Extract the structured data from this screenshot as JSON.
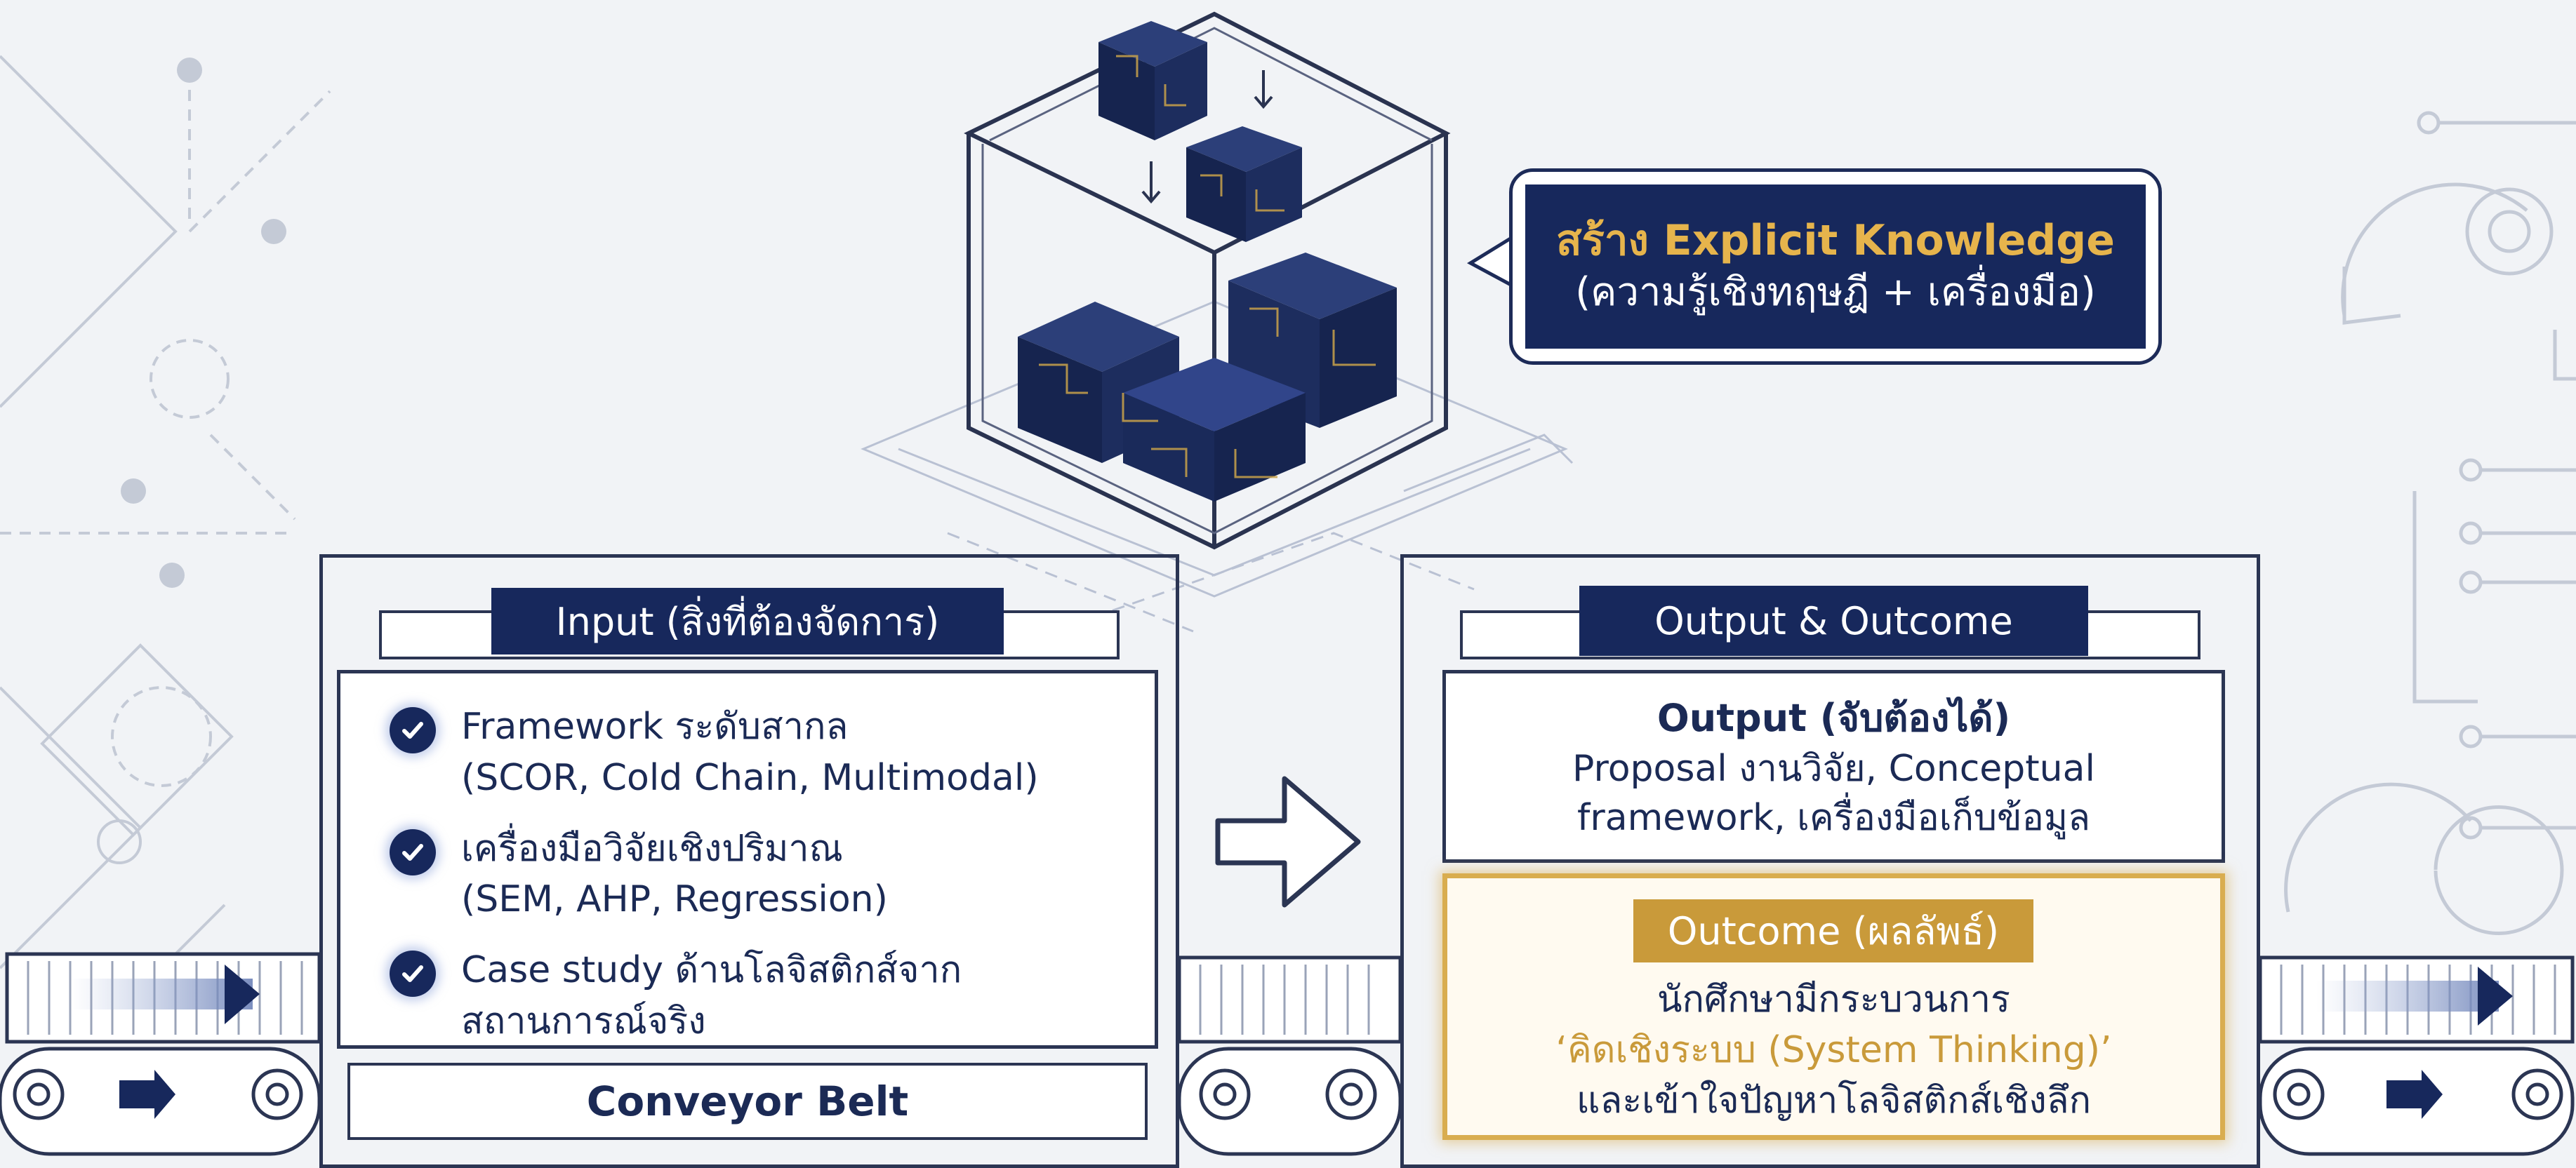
{
  "callout": {
    "title": "สร้าง Explicit Knowledge",
    "subtitle": "(ความรู้เชิงทฤษฎี + เครื่องมือ)"
  },
  "input_panel": {
    "header": "Input (สิ่งที่ต้องจัดการ)",
    "items": [
      {
        "line1": "Framework ระดับสากล",
        "line2": "(SCOR, Cold Chain, Multimodal)"
      },
      {
        "line1": "เครื่องมือวิจัยเชิงปริมาณ",
        "line2": "(SEM, AHP, Regression)"
      },
      {
        "line1": "Case study ด้านโลจิสติกส์จาก",
        "line2": "สถานการณ์จริง"
      }
    ],
    "footer": "Conveyor Belt"
  },
  "output_panel": {
    "header": "Output & Outcome",
    "output_title": "Output (จับต้องได้)",
    "output_line1": "Proposal งานวิจัย, Conceptual",
    "output_line2": "framework, เครื่องมือเก็บข้อมูล",
    "outcome_label": "Outcome (ผลลัพธ์)",
    "outcome_line1": "นักศึกษามีกระบวนการ",
    "outcome_line2": "‘คิดเชิงระบบ (System Thinking)’",
    "outcome_line3": "และเข้าใจปัญหาโลจิสติกส์เชิงลึก"
  },
  "colors": {
    "navy": "#17285c",
    "gold": "#c99a3a",
    "callout_gold_text": "#e6b44c",
    "background": "#f1f3f6"
  },
  "icons": [
    "check-icon",
    "arrow-right-icon",
    "gear-icon",
    "cube-icon",
    "conveyor-belt"
  ]
}
